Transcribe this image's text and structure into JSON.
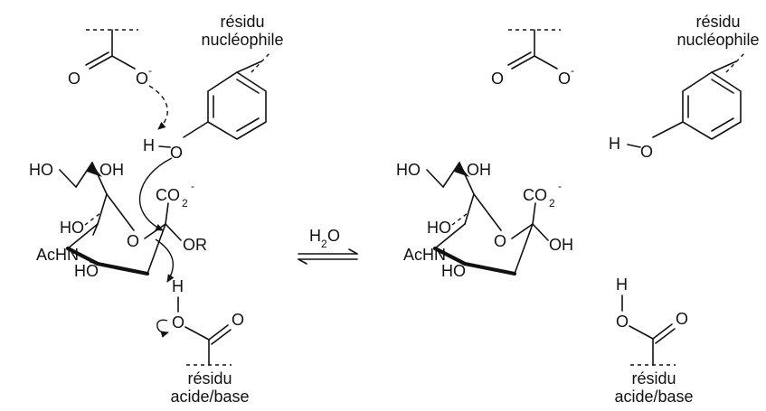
{
  "labels": {
    "residu_nucleophile_l1": "résidu",
    "residu_nucleophile_l2": "nucléophile",
    "residu_acide_l1": "résidu",
    "residu_acide_l2": "acide/base",
    "ho": "HO",
    "oh": "OH",
    "acnh": "AcHN",
    "co2": "CO",
    "co2_sub": "2",
    "co2_sup": "-",
    "ring_o": "O",
    "or": "OR",
    "o": "O",
    "o_minus_sup": "-",
    "h": "H",
    "water": "H",
    "water_sub": "2",
    "water_o": "O"
  }
}
